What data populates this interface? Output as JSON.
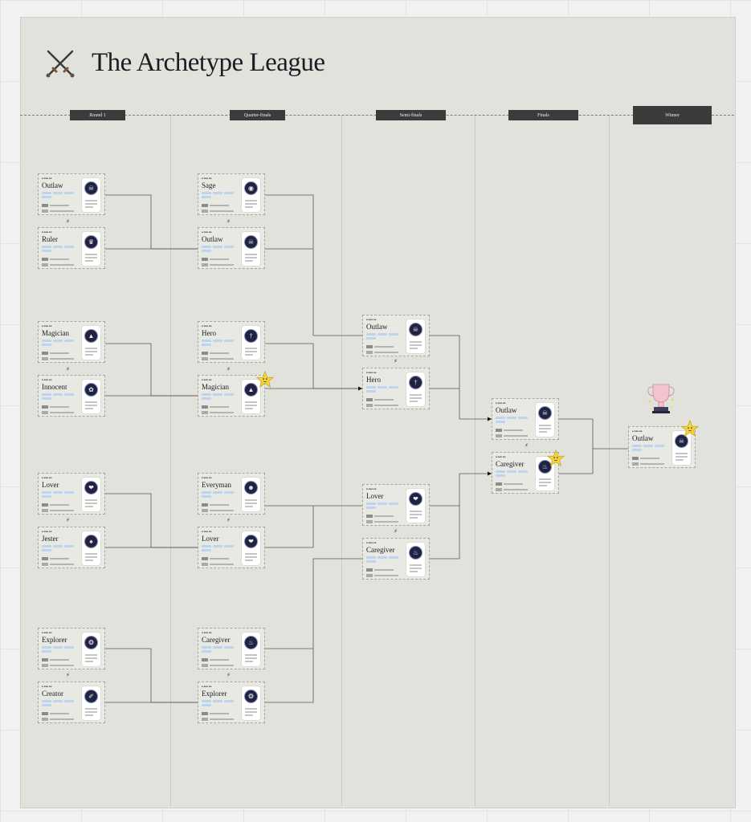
{
  "page": {
    "title": "The Archetype League",
    "icon": "crossed-swords-icon"
  },
  "rounds": [
    "Round 1",
    "Quarter-finals",
    "Semi-finals",
    "Finals",
    "Winner"
  ],
  "bracket": {
    "round1": [
      "Outlaw",
      "Ruler",
      "Magician",
      "Innocent",
      "Lover",
      "Jester",
      "Explorer",
      "Creator"
    ],
    "quarter_finals": [
      "Sage",
      "Outlaw",
      "Hero",
      "Magician",
      "Everyman",
      "Lover",
      "Caregiver",
      "Explorer"
    ],
    "semi_finals": [
      "Outlaw",
      "Hero",
      "Lover",
      "Caregiver"
    ],
    "finals": [
      "Outlaw",
      "Caregiver"
    ],
    "winner": "Outlaw"
  },
  "icons": {
    "versus": "lightning-bolt-icon",
    "winner_badge": "star-face-icon",
    "trophy": "trophy-icon"
  },
  "colors": {
    "chip": "#bcd4ef",
    "emblem": "#1f2242",
    "label_bg": "#3b3b3b",
    "star": "#f5d53a"
  }
}
